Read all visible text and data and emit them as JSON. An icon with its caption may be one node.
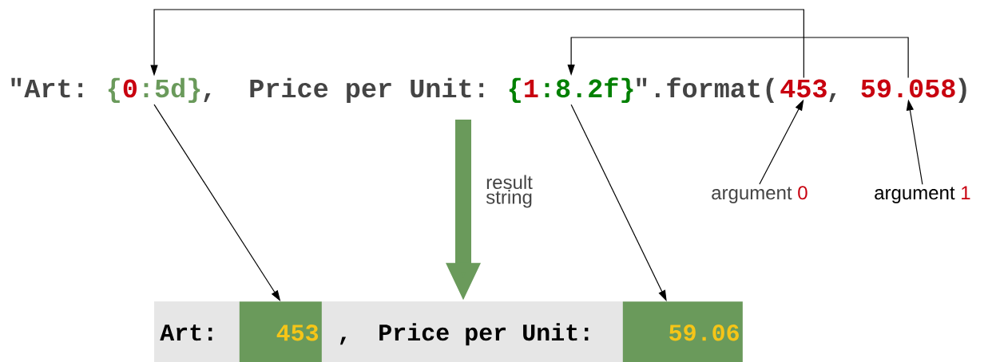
{
  "diagram": {
    "nodes": [
      {
        "text": [
          "{",
          "0",
          ":5d}"
        ]
      },
      {
        "text": [
          "{",
          "1",
          ":8.2f}"
        ]
      },
      {
        "text": [
          "453"
        ]
      },
      {
        "text": [
          "59.058"
        ]
      },
      {
        "text": [
          "argument",
          "0"
        ]
      },
      {
        "text": [
          "argument",
          "1"
        ]
      },
      {
        "text": [
          "Art:",
          ",",
          "Price per Unit:"
        ]
      },
      {
        "text": [
          "453"
        ],
        "in": 6
      },
      {
        "text": [
          "59.06"
        ],
        "in": 6
      }
    ],
    "edges": [
      {
        "from": 2,
        "to": 0,
        "arrow": "to"
      },
      {
        "from": 3,
        "to": 1,
        "arrow": "to"
      },
      {
        "from": 0,
        "to": 7,
        "arrow": "to"
      },
      {
        "from": 1,
        "to": 8,
        "arrow": "to"
      },
      {
        "from": 4,
        "to": 2,
        "arrow": "to"
      },
      {
        "from": 5,
        "to": 3,
        "arrow": "to"
      },
      {
        "from": null,
        "to": 6,
        "arrow": "to",
        "label": "result string",
        "style": "thick",
        "color": "#6a9a5b"
      }
    ],
    "labels": [
      "\"Art:",
      ",",
      "Price per Unit:",
      "\".format(",
      ",",
      ")"
    ]
  }
}
